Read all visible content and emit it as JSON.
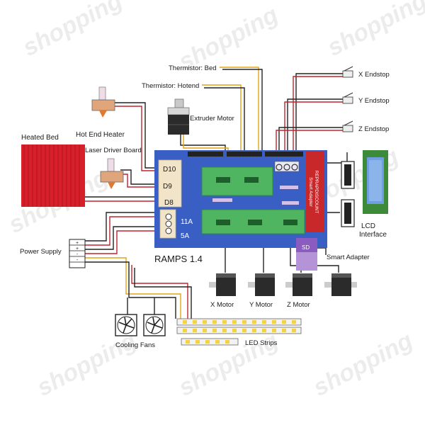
{
  "labels": {
    "thermistor_bed": "Thermistor: Bed",
    "thermistor_hotend": "Thermistor: Hotend",
    "extruder_motor": "Extruder Motor",
    "hot_end_heater": "Hot End Heater",
    "laser_driver_board": "Laser Driver Board",
    "heated_bed": "Heated Bed",
    "x_endstop": "X Endstop",
    "y_endstop": "Y Endstop",
    "z_endstop": "Z Endstop",
    "lcd_interface_line1": "LCD",
    "lcd_interface_line2": "Interface",
    "smart_adapter": "Smart Adapter",
    "power_supply": "Power Supply",
    "ramps": "RAMPS 1.4",
    "d10": "D10",
    "d9": "D9",
    "d8": "D8",
    "amp_11": "11A",
    "amp_5": "5A",
    "sd": "SD",
    "x_motor": "X Motor",
    "y_motor": "Y Motor",
    "z_motor": "Z Motor",
    "cooling_fans": "Cooling Fans",
    "led_strips": "LED Strips",
    "adapter_text_1": "REPRAPDISCOUNT",
    "adapter_text_2": "Smart Adapter"
  },
  "watermark": "shopping",
  "colors": {
    "board": "#3a5fc4",
    "heated_bed": "#d8202a",
    "stepper_green": "#2e8b3e",
    "adapter_red": "#c8282a",
    "lcd_green": "#3d8a3a",
    "lcd_screen": "#6f9fe0",
    "sd_purple": "#8a5cc0",
    "wire_yellow": "#e3a317",
    "wire_black": "#222222",
    "wire_red": "#c0242a"
  }
}
